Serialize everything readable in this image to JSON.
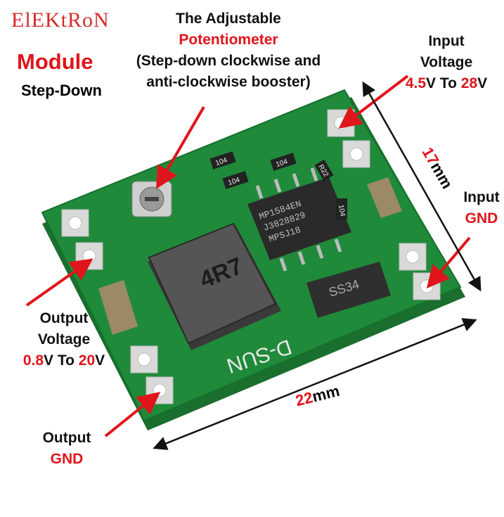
{
  "brand": "ElEKtRoN",
  "module": {
    "title": "Module",
    "subtitle": "Step-Down"
  },
  "potentiometer": {
    "line1": "The Adjustable",
    "line2": "Potentiometer",
    "line3": "(Step-down clockwise and",
    "line4": "anti-clockwise booster)"
  },
  "input_voltage": {
    "line1": "Input",
    "line2": "Voltage",
    "min": "4.5",
    "sep": "V To ",
    "max": "28",
    "unit": "V"
  },
  "input_gnd": {
    "line1": "Input",
    "line2": "GND"
  },
  "output_voltage": {
    "line1": "Output",
    "line2": "Voltage",
    "min": "0.8",
    "sep": "V To ",
    "max": "20",
    "unit": "V"
  },
  "output_gnd": {
    "line1": "Output",
    "line2": "GND"
  },
  "dimensions": {
    "width_value": "22",
    "width_unit": "mm",
    "height_value": "17",
    "height_unit": "mm"
  },
  "board": {
    "chip_text": [
      "MP1584EN",
      "J3828829",
      "MPSJ18"
    ],
    "inductor_text": "4R7",
    "diode_text": "SS34",
    "silk_text": "D-SUN",
    "resistor_labels": [
      "104",
      "104",
      "104",
      "104",
      "R22"
    ]
  },
  "colors": {
    "pcb": "#1f8a3a",
    "accent": "#e0141b",
    "chip": "#2a2a2a"
  }
}
